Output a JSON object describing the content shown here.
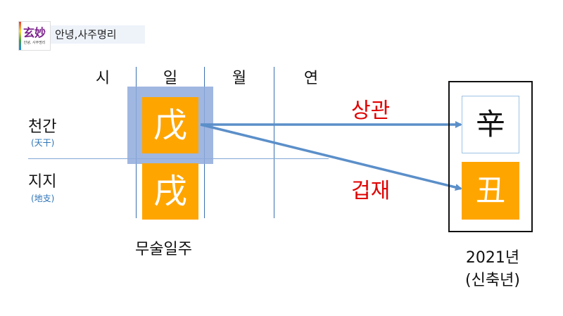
{
  "logo": {
    "main": "玄妙",
    "sub": "안녕, 사주명리"
  },
  "brand": "안녕,사주명리",
  "columns": [
    "시",
    "일",
    "월",
    "연"
  ],
  "rows": [
    {
      "label": "천간",
      "sub": "(天干)"
    },
    {
      "label": "지지",
      "sub": "(地支)"
    }
  ],
  "day_pillar": {
    "stem": "戊",
    "branch": "戌",
    "caption": "무술일주"
  },
  "relations": {
    "upper": "상관",
    "lower": "겁재"
  },
  "year_pillar": {
    "stem": "辛",
    "branch": "丑",
    "year": "2021년",
    "name": "(신축년)"
  },
  "colors": {
    "orange": "#FFA500",
    "highlight": "#8FAADC",
    "arrow": "#5B8FC9",
    "relation": "#E00000",
    "line": "#3A6FB0"
  }
}
